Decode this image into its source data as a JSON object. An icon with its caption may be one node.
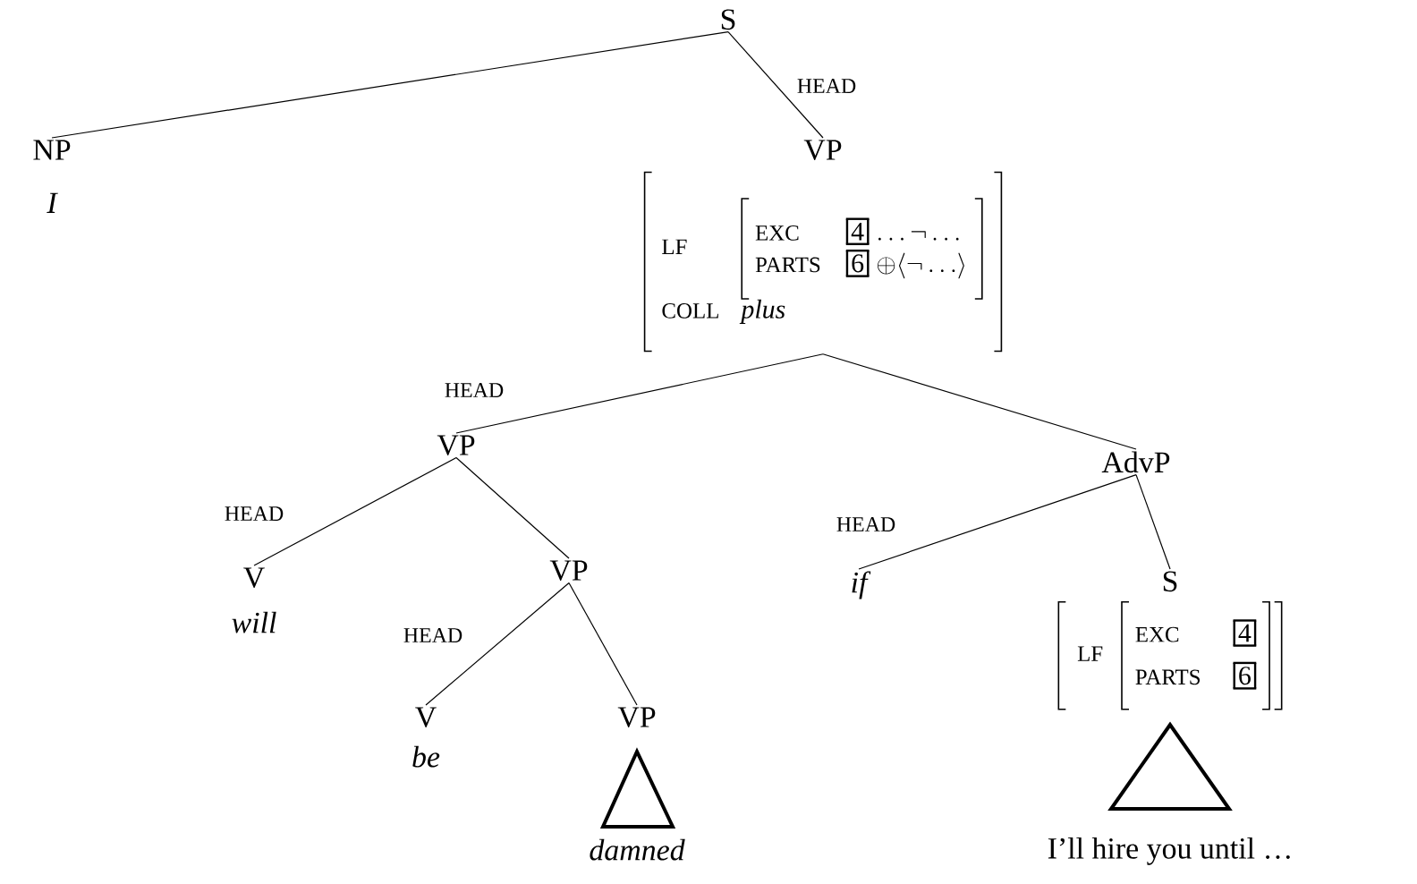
{
  "diagram": {
    "nodes": [
      {
        "text": [
          "S"
        ]
      },
      {
        "text": [
          "NP",
          "I"
        ]
      },
      {
        "text": [
          "VP",
          "LF",
          "EXC",
          "4",
          "\\ldots\\neg\\ldots",
          "PARTS",
          "6",
          "\\oplus\\langle\\neg\\ldots\\rangle",
          "COLL",
          "plus"
        ]
      },
      {
        "text": [
          "VP"
        ]
      },
      {
        "text": [
          "AdvP"
        ]
      },
      {
        "text": [
          "V",
          "will"
        ]
      },
      {
        "text": [
          "VP"
        ]
      },
      {
        "text": [
          "if"
        ]
      },
      {
        "text": [
          "S",
          "LF",
          "EXC",
          "4",
          "PARTS",
          "6",
          "I’ll hire you until …"
        ]
      },
      {
        "text": [
          "V",
          "be"
        ]
      },
      {
        "text": [
          "VP",
          "damned"
        ]
      }
    ],
    "edges": [
      {
        "from": 0,
        "to": 1,
        "arrow": "none"
      },
      {
        "from": 0,
        "to": 2,
        "arrow": "none",
        "label": "HEAD"
      },
      {
        "from": 2,
        "to": 3,
        "arrow": "none",
        "label": "HEAD"
      },
      {
        "from": 2,
        "to": 4,
        "arrow": "none"
      },
      {
        "from": 3,
        "to": 5,
        "arrow": "none",
        "label": "HEAD"
      },
      {
        "from": 3,
        "to": 6,
        "arrow": "none"
      },
      {
        "from": 4,
        "to": 7,
        "arrow": "none",
        "label": "HEAD"
      },
      {
        "from": 4,
        "to": 8,
        "arrow": "none"
      },
      {
        "from": 6,
        "to": 9,
        "arrow": "none",
        "label": "HEAD"
      },
      {
        "from": 6,
        "to": 10,
        "arrow": "none"
      }
    ]
  }
}
